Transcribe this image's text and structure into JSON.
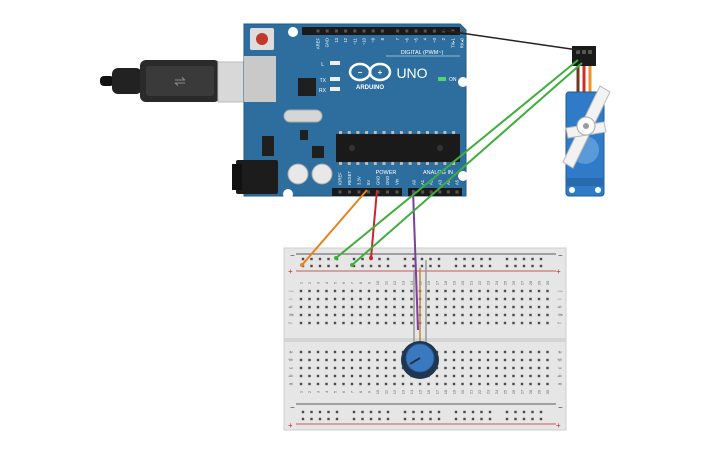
{
  "arduino": {
    "header_digital": "DIGITAL (PWM~)",
    "header_power": "POWER",
    "header_analog": "ANALOG IN",
    "uno": "UNO",
    "brand": "ARDUINO",
    "on": "ON",
    "led_l": "L",
    "led_tx": "TX",
    "led_rx": "RX",
    "top_pins": [
      "AREF",
      "GND",
      "13",
      "12",
      "~11",
      "~10",
      "~9",
      "8",
      "7",
      "~6",
      "~5",
      "4",
      "~3",
      "2",
      "TX▸1",
      "RX◂0"
    ],
    "power_pins": [
      "IOREF",
      "RESET",
      "3.3V",
      "5V",
      "GND",
      "GND",
      "Vin"
    ],
    "analog_pins": [
      "A0",
      "A1",
      "A2",
      "A3",
      "A4",
      "A5"
    ]
  },
  "breadboard": {
    "col_numbers": [
      "1",
      "2",
      "3",
      "4",
      "5",
      "6",
      "7",
      "8",
      "9",
      "10",
      "11",
      "12",
      "13",
      "14",
      "15",
      "16",
      "17",
      "18",
      "19",
      "20",
      "21",
      "22",
      "23",
      "24",
      "25",
      "26",
      "27",
      "28",
      "29",
      "30"
    ],
    "rows_top": [
      "j",
      "i",
      "h",
      "g",
      "f"
    ],
    "rows_bottom": [
      "e",
      "d",
      "c",
      "b",
      "a"
    ],
    "rail_minus": "−",
    "rail_plus": "+"
  },
  "colors": {
    "arduino_blue": "#2d6e9e",
    "breadboard": "#e6e6e6",
    "wire_orange": "#e8821e",
    "wire_green": "#3fae3c",
    "wire_red": "#c8262c",
    "wire_purple": "#7b3fa0",
    "wire_black": "#222222",
    "servo_blue": "#2f7bc8"
  }
}
